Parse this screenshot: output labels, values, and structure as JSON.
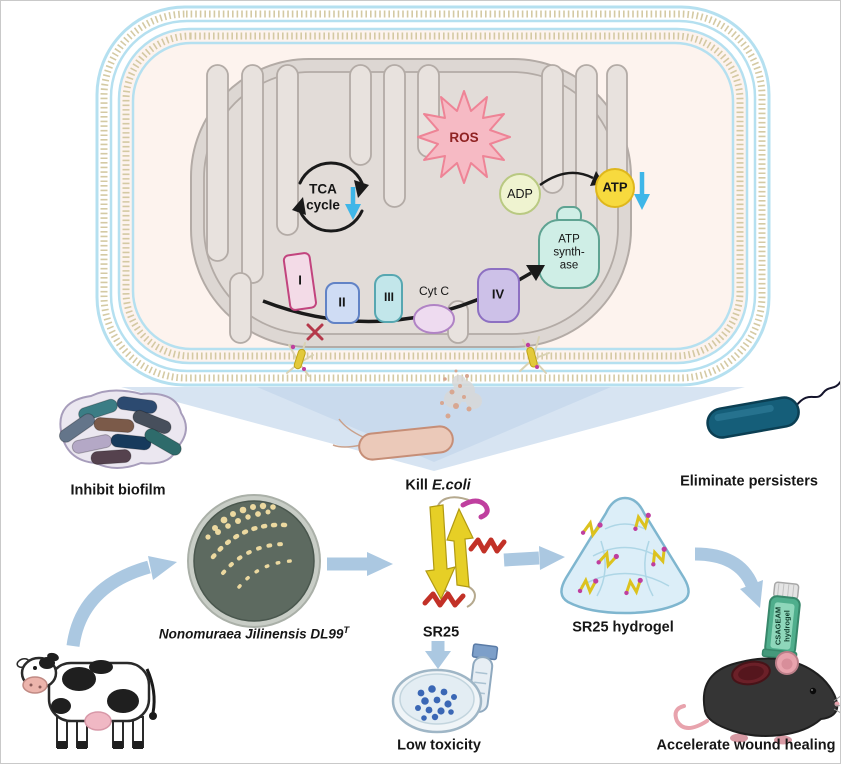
{
  "cell": {
    "tca": "TCA\ncycle",
    "ros": "ROS",
    "adp": "ADP",
    "atp": "ATP",
    "atp_synthase": "ATP\nsynth-\nase",
    "complex_i": "I",
    "complex_ii": "II",
    "complex_iii": "III",
    "cyt_c": "Cyt C",
    "complex_iv": "IV"
  },
  "effects": {
    "inhibit_biofilm": "Inhibit biofilm",
    "kill_prefix": "Kill ",
    "kill_species": "E.coli",
    "eliminate_persisters": "Eliminate persisters"
  },
  "pipeline": {
    "strain_name": "Nonomuraea Jilinensis DL99",
    "strain_sup": "T",
    "peptide": "SR25",
    "hydrogel": "SR25 hydrogel",
    "tube_label": "CSAGEAM\nhydrogel",
    "low_toxicity": "Low toxicity",
    "wound_healing": "Accelerate wound healing"
  },
  "colors": {
    "membrane_blue": "#b5e0f0",
    "lipid_tick_tan": "#cfc49a",
    "cytoplasm_cream": "#fdf3ee",
    "mitochondrion_gray": "#ddd7d3",
    "ros_pink": "#f6bac4",
    "atp_yellow": "#f7da3e",
    "adp_green": "#eff3d0",
    "synthase_teal": "#cfeee6",
    "flow_arrow_blue": "#abc8e1",
    "highlight_blue": "#3fb6e8",
    "persister_teal": "#155e79",
    "hydrogel_blue": "#d9edf7",
    "tube_green": "#4fae8c",
    "peptide_yellow": "#e6cf26",
    "peptide_magenta": "#bf3f9f",
    "wound_red": "#6b2028"
  }
}
